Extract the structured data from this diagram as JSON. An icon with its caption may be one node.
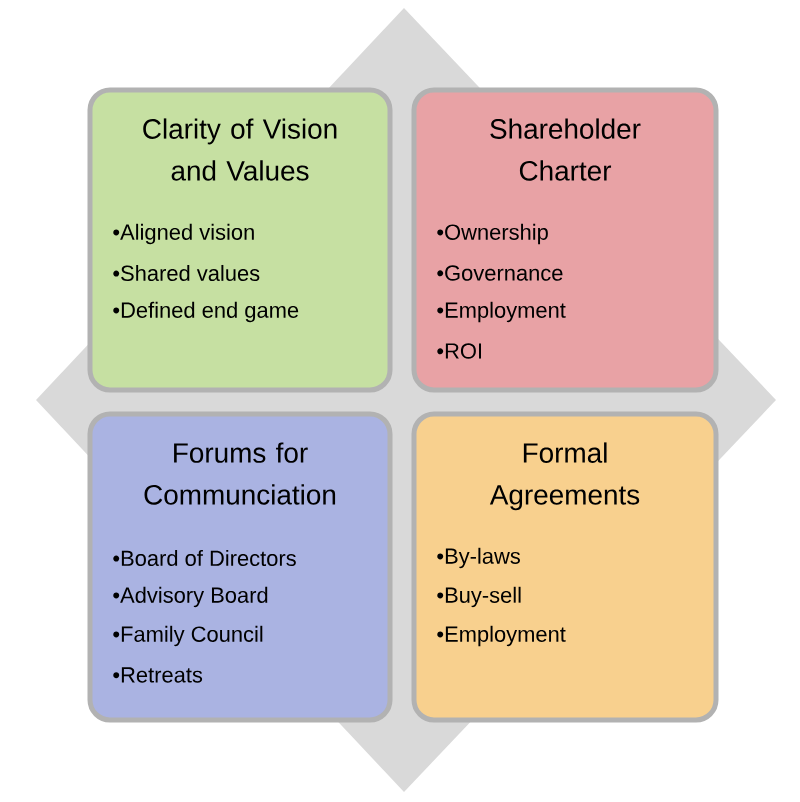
{
  "diagram": {
    "nodes": [
      {
        "text": [
          "Clarity of Vision and Values",
          "•Aligned vision",
          "•Shared values",
          "•Defined end game"
        ]
      },
      {
        "text": [
          "Shareholder Charter",
          "•Ownership",
          "•Governance",
          "•Employment",
          "•ROI"
        ]
      },
      {
        "text": [
          "Forums for Communciation",
          "•Board of Directors",
          "•Advisory Board",
          "•Family Council",
          "•Retreats"
        ]
      },
      {
        "text": [
          "Formal Agreements",
          "•By-laws",
          "•Buy-sell",
          "•Employment"
        ]
      }
    ]
  }
}
